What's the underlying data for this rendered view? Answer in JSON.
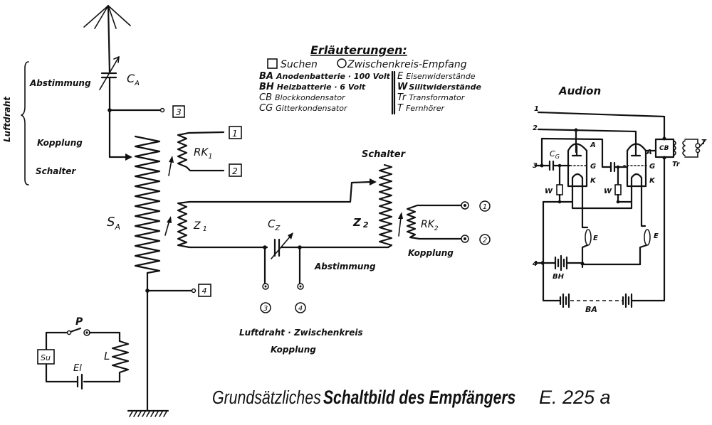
{
  "legend": {
    "heading": "Erläuterungen:",
    "modes": [
      {
        "symbol": "square-symbol",
        "label": "Suchen"
      },
      {
        "symbol": "circle-symbol",
        "label": "Zwischenkreis-Empfang"
      }
    ],
    "left_items": [
      {
        "code": "BA",
        "text": "Anodenbatterie · 100 Volt"
      },
      {
        "code": "BH",
        "text": "Heizbatterie · 6 Volt"
      },
      {
        "code": "CB",
        "text": "Blockkondensator"
      },
      {
        "code": "CG",
        "text": "Gitterkondensator"
      }
    ],
    "right_items": [
      {
        "code": "E",
        "text": "Eisenwiderstände"
      },
      {
        "code": "W",
        "text": "Silitwiderstände"
      },
      {
        "code": "Tr",
        "text": "Transformator"
      },
      {
        "code": "T",
        "text": "Fernhörer"
      }
    ]
  },
  "antenna_section": {
    "bracket_label": "Luftdraht",
    "labels": [
      "Abstimmung",
      "Kopplung",
      "Schalter"
    ],
    "capacitor": "C",
    "capacitor_sub": "A",
    "coil": "S",
    "coil_sub": "A",
    "coupling_coil": "RK",
    "coupling_coil_sub": "1",
    "terminals_square": [
      "1",
      "2",
      "3",
      "4"
    ]
  },
  "intermediate_circuit": {
    "z1": "Z",
    "z1_sub": "1",
    "z2": "Z",
    "z2_sub": "2",
    "cap": "C",
    "cap_sub": "Z",
    "switch_label": "Schalter",
    "tuning_label": "Abstimmung",
    "rk2": "RK",
    "rk2_sub": "2",
    "rk2_label": "Kopplung",
    "terminals_circle": [
      "1",
      "2",
      "3",
      "4"
    ],
    "coupling_caption_line1": "Luftdraht · Zwischenkreis",
    "coupling_caption_line2": "Kopplung"
  },
  "test_circuit": {
    "switch": "P",
    "box": "Su",
    "battery": "El",
    "coil": "L"
  },
  "audion": {
    "title": "Audion",
    "inputs": [
      "1",
      "2",
      "3",
      "4"
    ],
    "cg": "C",
    "cg_sub": "G",
    "tube_pins": [
      "A",
      "G",
      "K"
    ],
    "w": "W",
    "e": "E",
    "cb": "CB",
    "tr": "Tr",
    "t": "T",
    "bh": "BH",
    "ba": "BA"
  },
  "caption": {
    "part1": "Grundsätzliches",
    "part2": "Schaltbild des Empfängers",
    "part3": "E. 225 a"
  }
}
